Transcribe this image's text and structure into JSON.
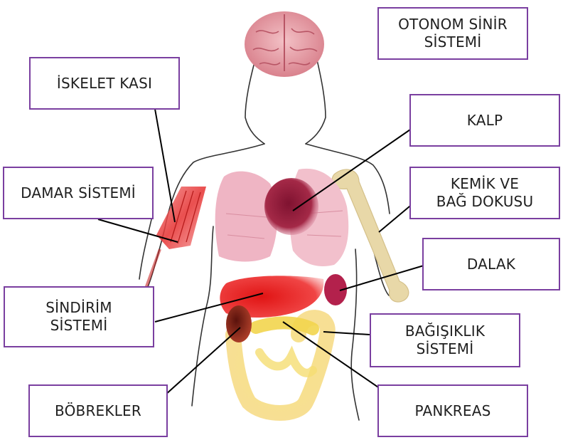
{
  "labels": {
    "autonomic_nervous_system": "OTONOM SİNİR\nSİSTEMİ",
    "skeletal_muscle": "İSKELET KASI",
    "heart": "KALP",
    "vascular_system": "DAMAR SİSTEMİ",
    "bone_connective_tissue": "KEMİK VE\nBAĞ DOKUSU",
    "spleen": "DALAK",
    "digestive_system": "SİNDİRİM\nSİSTEMİ",
    "immune_system": "BAĞIŞIKLIK\nSİSTEMİ",
    "kidneys": "BÖBREKLER",
    "pancreas": "PANKREAS"
  },
  "colors": {
    "box_border": "#7a3fa0",
    "brain": "#e39aa3",
    "lungs": "#efb5c4",
    "heart": "#9c1f3c",
    "muscle": "#e63a3a",
    "bone": "#e6d5a4",
    "liver": "#e61e1e",
    "spleen": "#b3214c",
    "kidney": "#7a1d14",
    "intestine": "#f4d25a",
    "body_outline": "#333333"
  }
}
